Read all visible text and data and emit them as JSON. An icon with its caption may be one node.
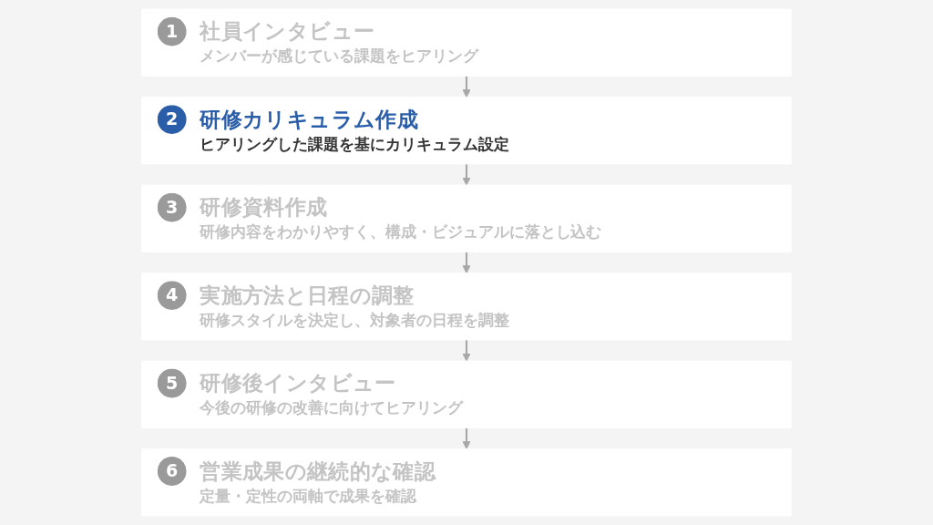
{
  "diagram": {
    "nodes": [
      {
        "text": [
          "1",
          "社員インタビュー",
          "メンバーが感じている課題をヒアリング"
        ]
      },
      {
        "text": [
          "2",
          "研修カリキュラム作成",
          "ヒアリングした課題を基にカリキュラム設定"
        ]
      },
      {
        "text": [
          "3",
          "研修資料作成",
          "研修内容をわかりやすく、構成・ビジュアルに落とし込む"
        ]
      },
      {
        "text": [
          "4",
          "実施方法と日程の調整",
          "研修スタイルを決定し、対象者の日程を調整"
        ]
      },
      {
        "text": [
          "5",
          "研修後インタビュー",
          "今後の研修の改善に向けてヒアリング"
        ]
      },
      {
        "text": [
          "6",
          "営業成果の継続的な確認",
          "定量・定性の両軸で成果を確認"
        ]
      }
    ],
    "edges": [
      {
        "from": 0,
        "to": 1,
        "arrow": "to"
      },
      {
        "from": 1,
        "to": 2,
        "arrow": "to"
      },
      {
        "from": 2,
        "to": 3,
        "arrow": "to"
      },
      {
        "from": 3,
        "to": 4,
        "arrow": "to"
      },
      {
        "from": 4,
        "to": 5,
        "arrow": "to"
      }
    ]
  }
}
